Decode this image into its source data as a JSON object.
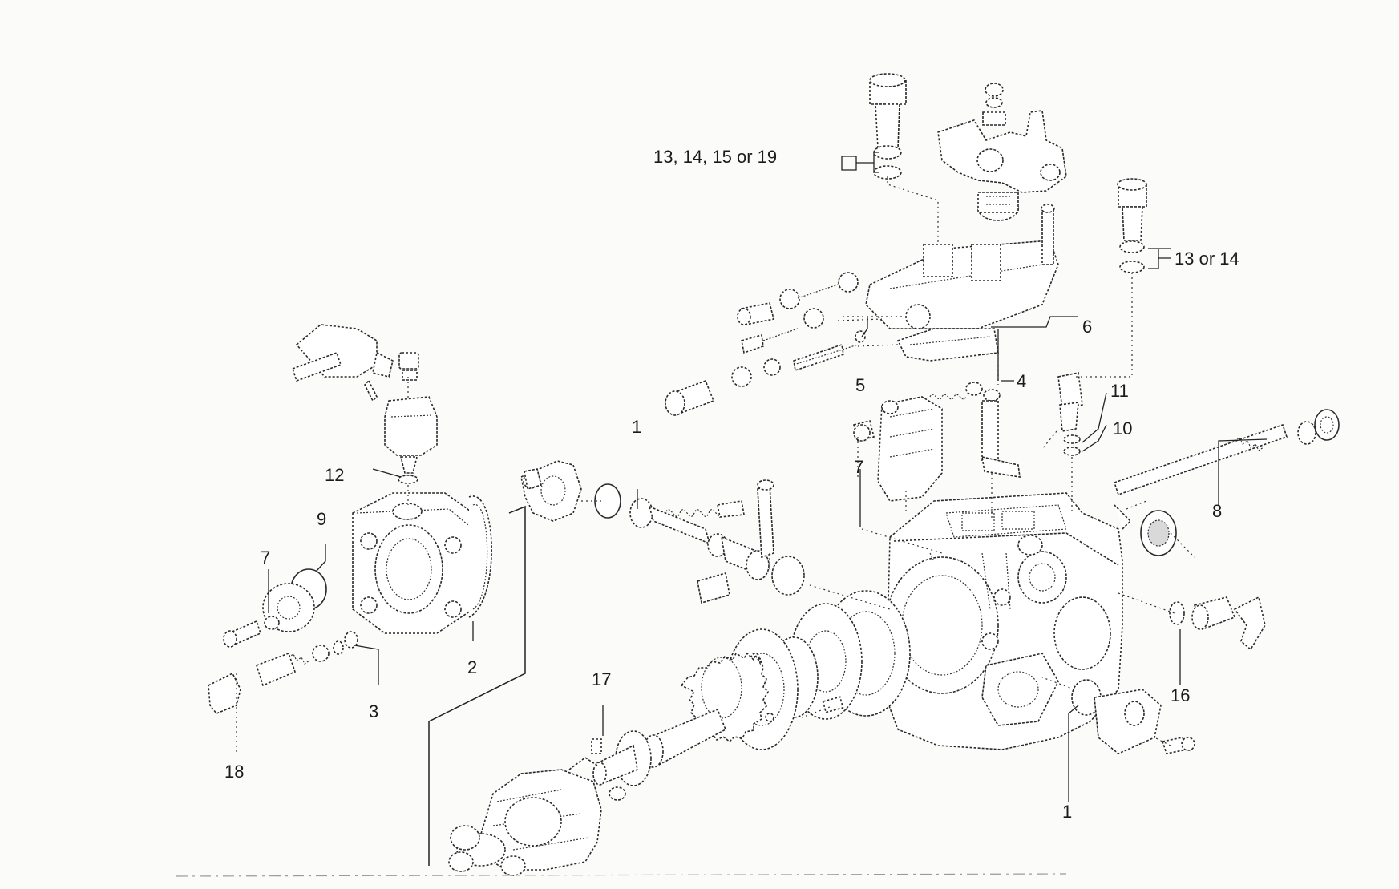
{
  "callouts": {
    "c1_top": "1",
    "c1_bottom": "1",
    "c2": "2",
    "c3": "3",
    "c4": "4",
    "c5": "5",
    "c6": "6",
    "c7_left": "7",
    "c7_right": "7",
    "c8": "8",
    "c9": "9",
    "c10": "10",
    "c11": "11",
    "c12": "12",
    "c13_group": "13, 14, 15 or 19",
    "c13_or_14": "13 or 14",
    "c16": "16",
    "c17": "17",
    "c18": "18"
  }
}
